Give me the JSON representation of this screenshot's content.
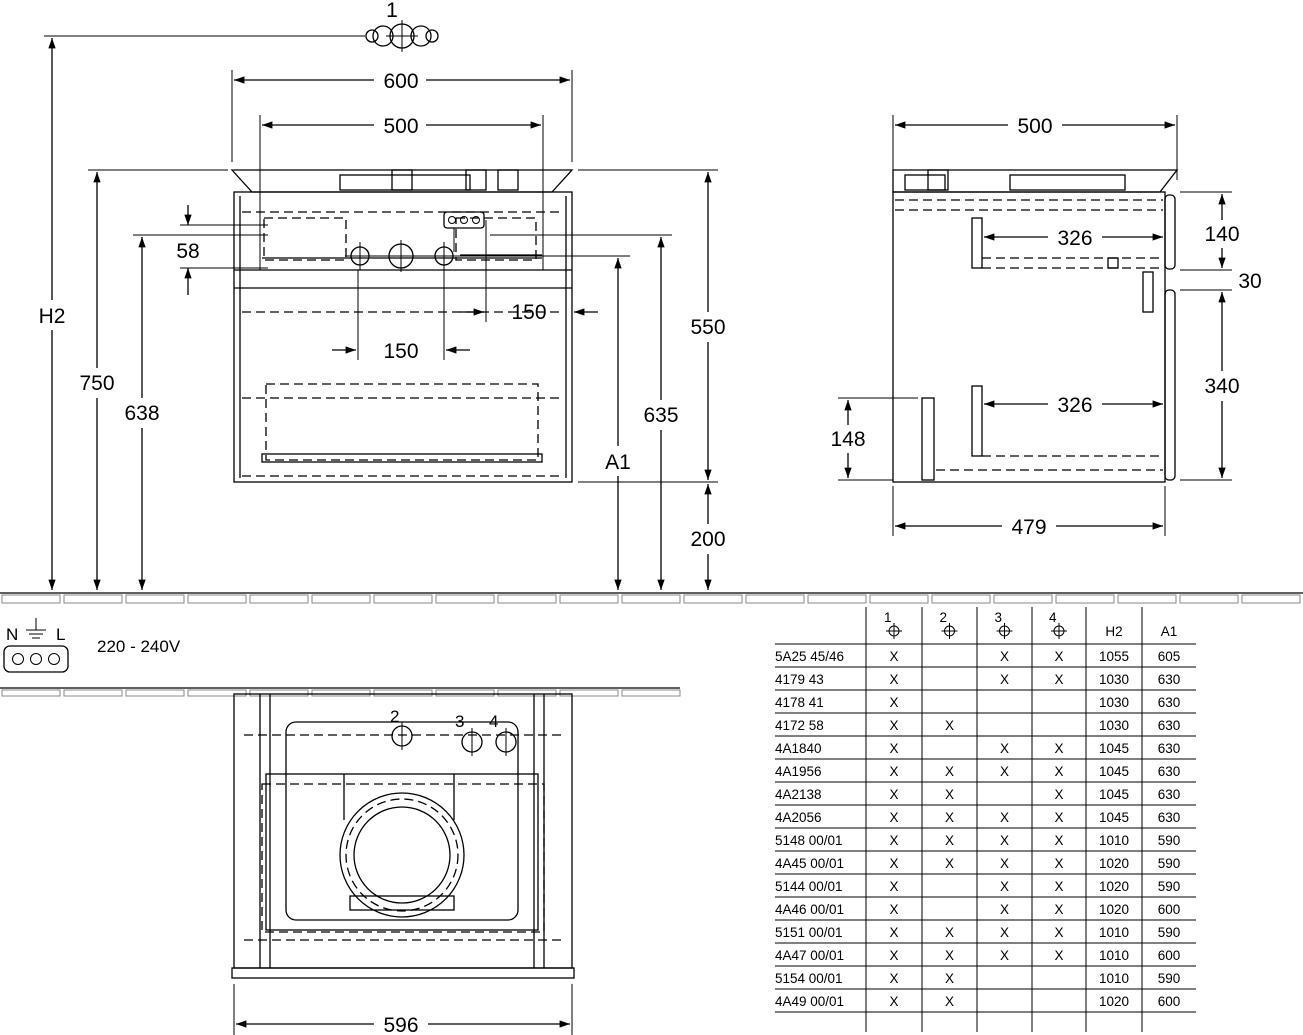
{
  "front_view": {
    "outlet_label": "1",
    "dim_width_total": "600",
    "dim_width_inner": "500",
    "dim_58": "58",
    "dim_150_right": "150",
    "dim_150_bottom": "150",
    "dim_H2": "H2",
    "dim_750": "750",
    "dim_638": "638",
    "dim_550": "550",
    "dim_635": "635",
    "dim_A1": "A1",
    "dim_200": "200"
  },
  "side_view": {
    "dim_500": "500",
    "dim_326_top": "326",
    "dim_326_bottom": "326",
    "dim_140": "140",
    "dim_30": "30",
    "dim_340": "340",
    "dim_148": "148",
    "dim_479": "479"
  },
  "electrical": {
    "label_n": "N",
    "label_l": "L",
    "voltage": "220 - 240V"
  },
  "top_view": {
    "label_2": "2",
    "label_3": "3",
    "label_4": "4",
    "dim_596": "596"
  },
  "table": {
    "headers": [
      "",
      "1",
      "2",
      "3",
      "4",
      "H2",
      "A1"
    ],
    "rows": [
      [
        "5A25 45/46",
        "X",
        "",
        "X",
        "X",
        "1055",
        "605"
      ],
      [
        "4179 43",
        "X",
        "",
        "X",
        "X",
        "1030",
        "630"
      ],
      [
        "4178 41",
        "X",
        "",
        "",
        "",
        "1030",
        "630"
      ],
      [
        "4172 58",
        "X",
        "X",
        "",
        "",
        "1030",
        "630"
      ],
      [
        "4A1840",
        "X",
        "",
        "X",
        "X",
        "1045",
        "630"
      ],
      [
        "4A1956",
        "X",
        "X",
        "X",
        "X",
        "1045",
        "630"
      ],
      [
        "4A2138",
        "X",
        "X",
        "",
        "X",
        "1045",
        "630"
      ],
      [
        "4A2056",
        "X",
        "X",
        "X",
        "X",
        "1045",
        "630"
      ],
      [
        "5148 00/01",
        "X",
        "X",
        "X",
        "X",
        "1010",
        "590"
      ],
      [
        "4A45 00/01",
        "X",
        "X",
        "X",
        "X",
        "1020",
        "590"
      ],
      [
        "5144 00/01",
        "X",
        "",
        "X",
        "X",
        "1020",
        "590"
      ],
      [
        "4A46 00/01",
        "X",
        "",
        "X",
        "X",
        "1020",
        "600"
      ],
      [
        "5151 00/01",
        "X",
        "X",
        "X",
        "X",
        "1010",
        "590"
      ],
      [
        "4A47 00/01",
        "X",
        "X",
        "X",
        "X",
        "1010",
        "600"
      ],
      [
        "5154 00/01",
        "X",
        "X",
        "",
        "",
        "1010",
        "590"
      ],
      [
        "4A49 00/01",
        "X",
        "X",
        "",
        "",
        "1020",
        "600"
      ]
    ]
  }
}
